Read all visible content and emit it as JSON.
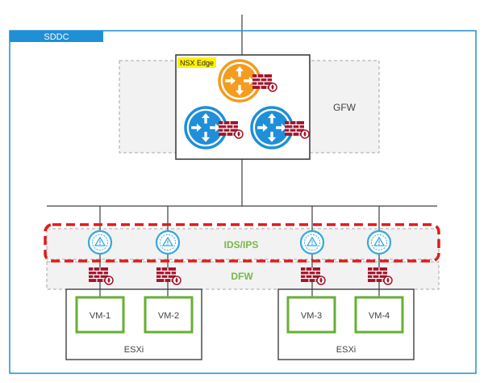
{
  "sddc_label": "SDDC",
  "edge": {
    "label": "NSX Edge",
    "gfw_label": "GFW",
    "routers": [
      {
        "name": "orange-router",
        "color": "#F39C1F",
        "has_firewall": true
      },
      {
        "name": "blue-router-1",
        "color": "#1E8FD8",
        "has_firewall": true
      },
      {
        "name": "blue-router-2",
        "color": "#1E8FD8",
        "has_firewall": true
      }
    ]
  },
  "ids_ips_label": "IDS/IPS",
  "dfw_label": "DFW",
  "hosts": [
    {
      "label": "ESXi",
      "vms": [
        "VM-1",
        "VM-2"
      ]
    },
    {
      "label": "ESXi",
      "vms": [
        "VM-3",
        "VM-4"
      ]
    }
  ],
  "colors": {
    "sddc_blue": "#1F8FD6",
    "firewall": "#A1152C",
    "vm_border": "#66B032",
    "zone_label_green": "#7AB648",
    "highlight_red": "#E01B1B",
    "nsx_label_bg": "#FFF200",
    "ids_icon": "#35A7DE"
  },
  "icons": [
    "router-icon",
    "firewall-icon",
    "ids-sensor-icon"
  ]
}
